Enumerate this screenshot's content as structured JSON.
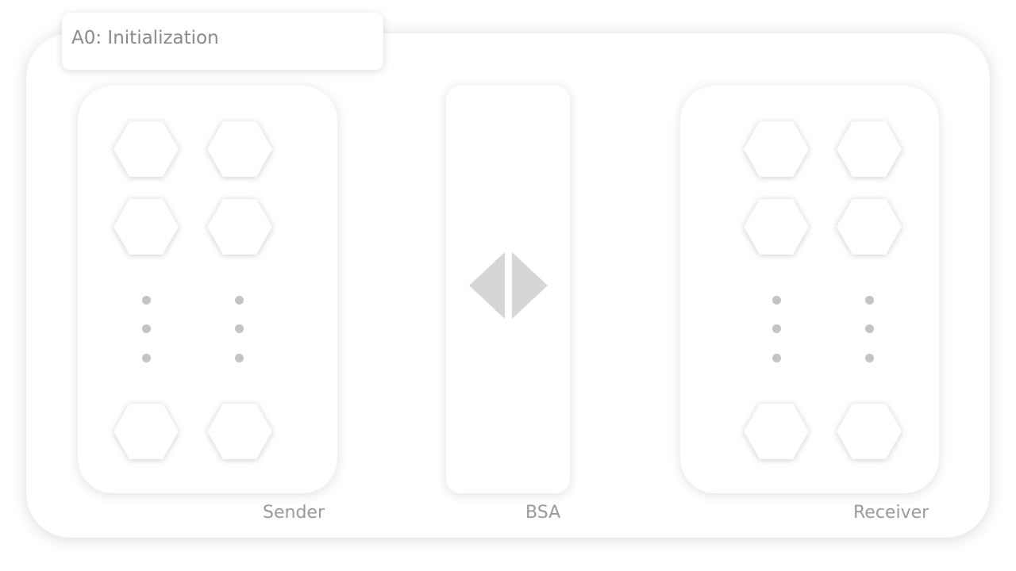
{
  "title": "A0: Initialization",
  "panels": {
    "sender": {
      "label": "Sender"
    },
    "bsa": {
      "label": "BSA"
    },
    "receiver": {
      "label": "Receiver"
    }
  },
  "colors": {
    "node_fill": "#ffffff",
    "ellipsis_dot": "#c4c4c4",
    "bsa_arrow": "#d6d6d6",
    "text": "#8a8a8a"
  },
  "icons": {
    "node": "hexagon-icon",
    "ellipsis": "vertical-ellipsis-icon",
    "exchange": "bidirectional-triangle-icon"
  }
}
